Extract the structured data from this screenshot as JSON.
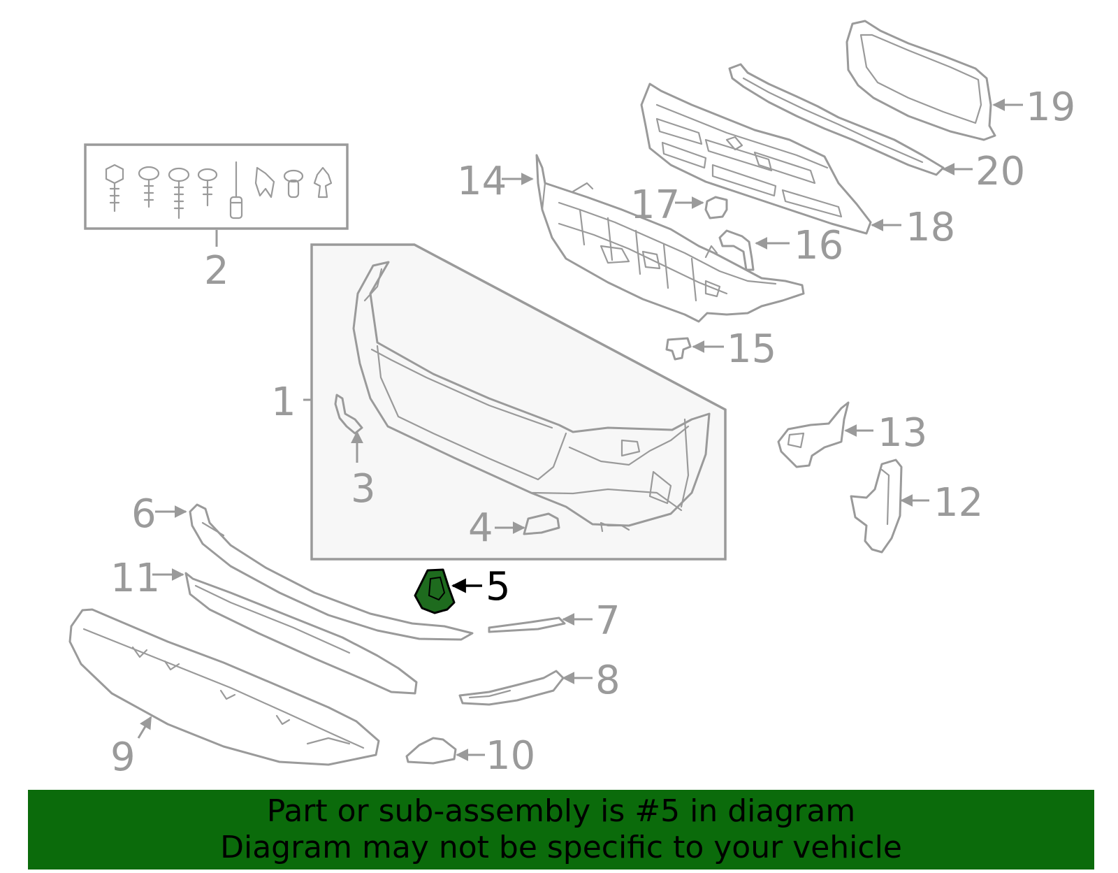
{
  "callouts": {
    "c1": "1",
    "c2": "2",
    "c3": "3",
    "c4": "4",
    "c5": "5",
    "c6": "6",
    "c7": "7",
    "c8": "8",
    "c9": "9",
    "c10": "10",
    "c11": "11",
    "c12": "12",
    "c13": "13",
    "c14": "14",
    "c15": "15",
    "c16": "16",
    "c17": "17",
    "c18": "18",
    "c19": "19",
    "c20": "20"
  },
  "highlight": {
    "part_number": "5",
    "fill_color": "#1e6b1e",
    "banner_color": "#0b6b0b"
  },
  "banner": {
    "line1": "Part or sub-assembly is #5 in diagram",
    "line2": "Diagram may not be specific to your vehicle"
  }
}
